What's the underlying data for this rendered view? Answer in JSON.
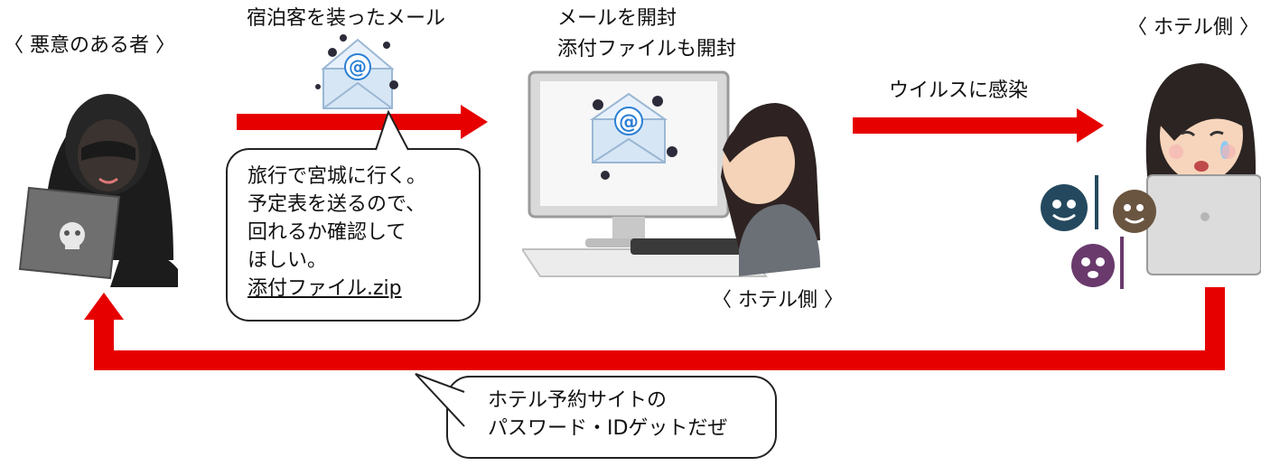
{
  "attacker": {
    "label": "〈 悪意のある者 〉"
  },
  "email": {
    "label": "宿泊客を装ったメール"
  },
  "open_step": {
    "line1": "メールを開封",
    "line2": "添付ファイルも開封"
  },
  "infect_step": {
    "label": "ウイルスに感染"
  },
  "hotel_right": {
    "label": "〈 ホテル側 〉"
  },
  "hotel_middle": {
    "label": "〈 ホテル側 〉"
  },
  "email_bubble": {
    "lines": [
      "旅行で宮城に行く。",
      "予定表を送るので、",
      "回れるか確認して",
      "ほしい。"
    ],
    "attachment": "添付ファイル.zip"
  },
  "result_bubble": {
    "line1": "ホテル予約サイトの",
    "line2": "パスワード・IDゲットだぜ"
  },
  "colors": {
    "arrow": "#e60000",
    "envelope": "#cfe2f3",
    "at_sign": "#2a7fd4"
  }
}
